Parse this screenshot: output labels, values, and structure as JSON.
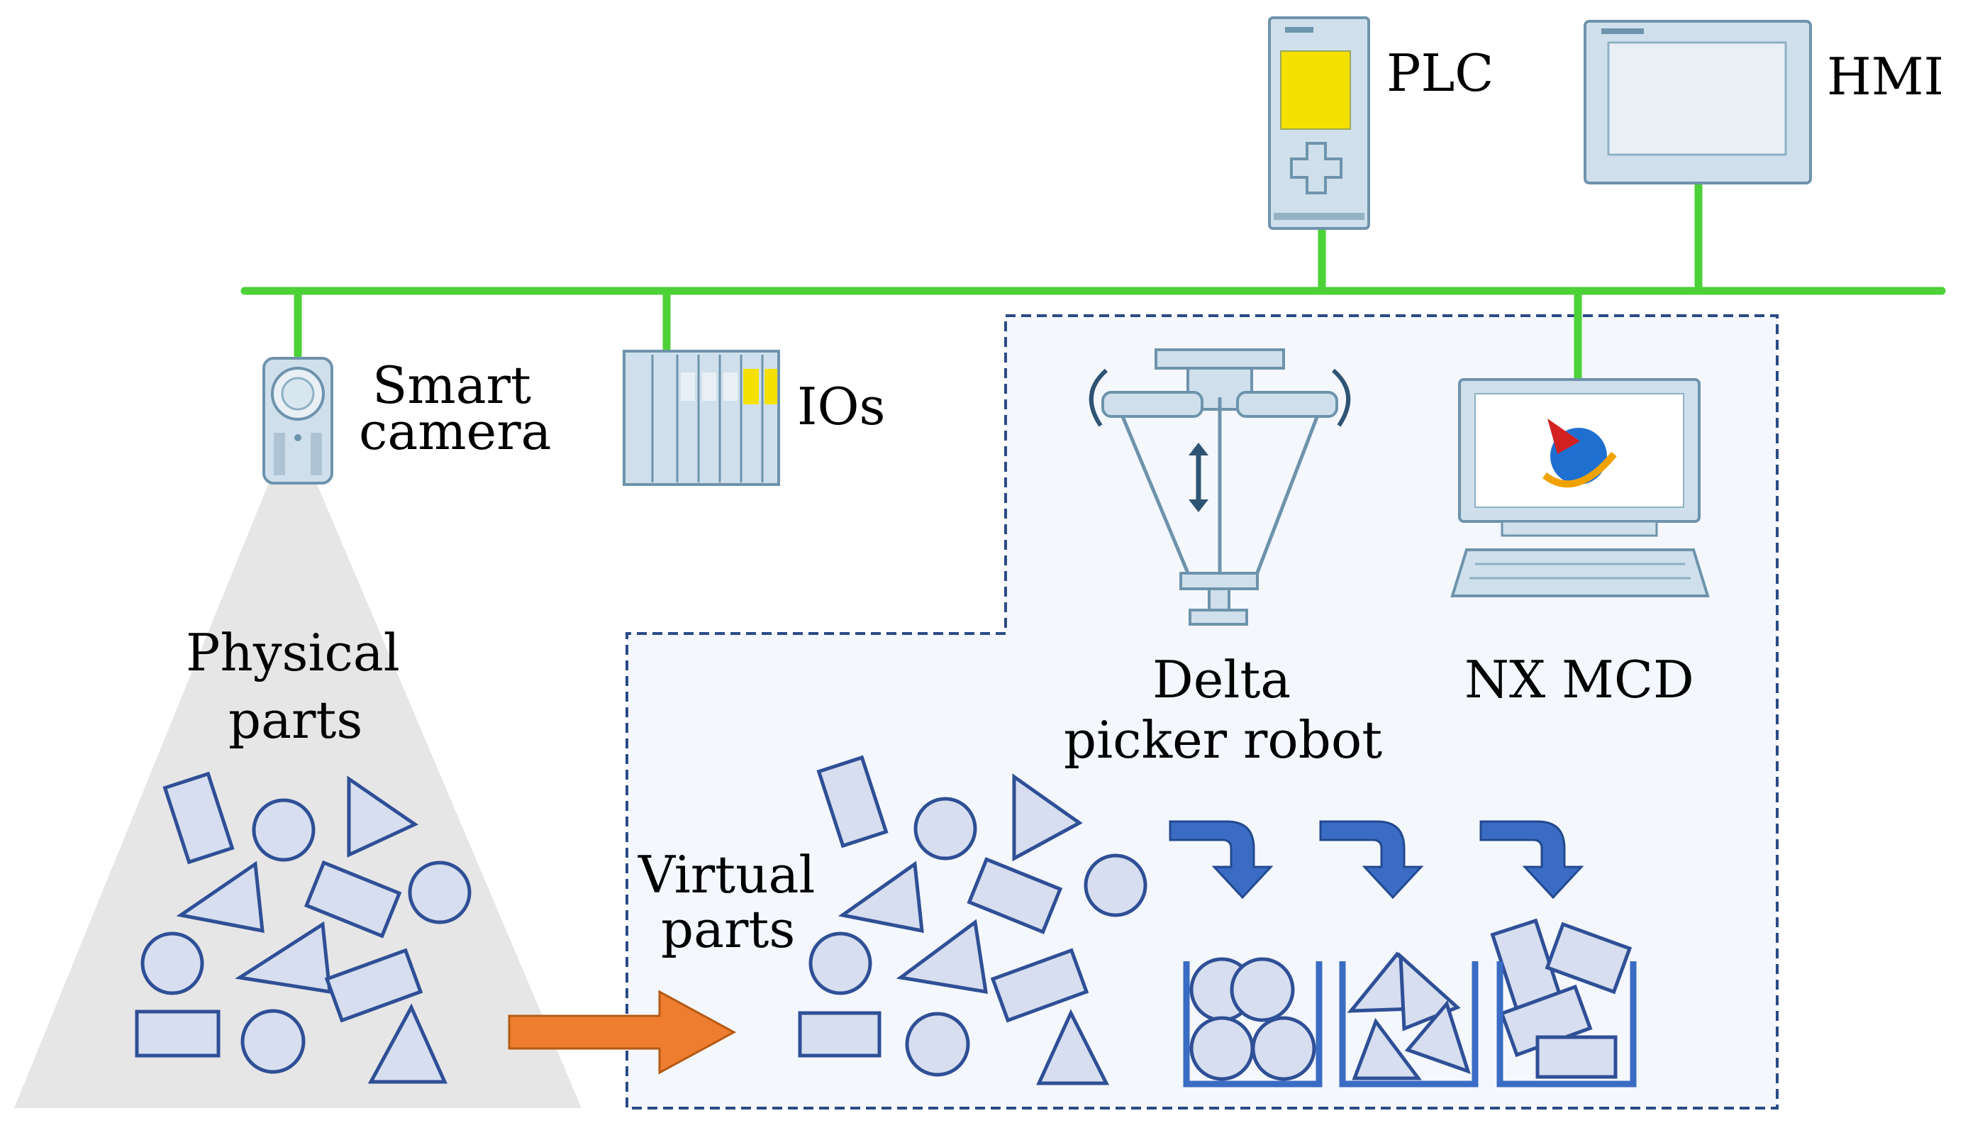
{
  "labels": {
    "plc": "PLC",
    "hmi": "HMI",
    "camera_line1": "Smart",
    "camera_line2": "camera",
    "ios": "IOs",
    "robot_line1": "Delta",
    "robot_line2": "picker robot",
    "mcd": "NX MCD",
    "physical_line1": "Physical",
    "physical_line2": "parts",
    "virtual_line1": "Virtual",
    "virtual_line2": "parts"
  },
  "colors": {
    "network": "#4cd137",
    "device_fill": "#cfe0ec",
    "device_stroke": "#6e93ac",
    "plc_display": "#f5e100",
    "part_fill": "#d6deef",
    "part_stroke": "#2f4f96",
    "flow_arrow": "#3a6cc4",
    "transfer_arrow": "#ee7d2f",
    "virtual_region_fill": "#f4f7fc",
    "virtual_region_border": "#2b4a86",
    "cone_fill": "#e6e6e6"
  }
}
